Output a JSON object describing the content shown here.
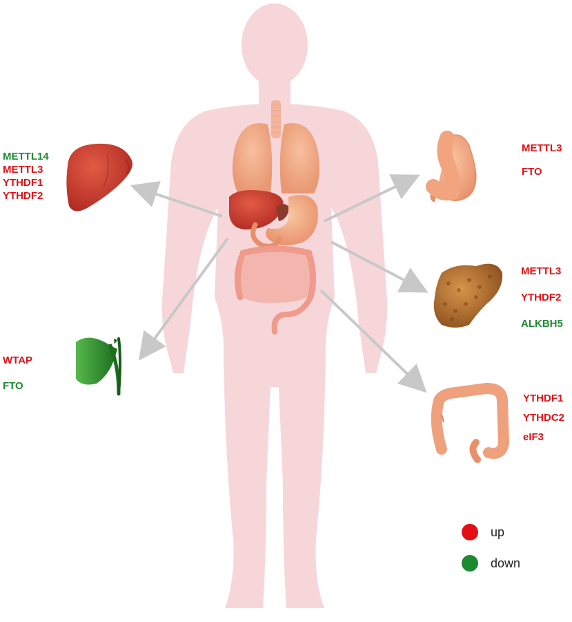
{
  "colors": {
    "up": "#e30f14",
    "down": "#1d8a2f",
    "body": "#f7d6da",
    "arrow": "#c8c8c8"
  },
  "organs": {
    "liver": {
      "icon": "liver-icon",
      "genes": [
        {
          "name": "METTL14",
          "status": "down"
        },
        {
          "name": "METTL3",
          "status": "up"
        },
        {
          "name": "YTHDF1",
          "status": "up"
        },
        {
          "name": "YTHDF2",
          "status": "up"
        }
      ]
    },
    "gallbladder": {
      "icon": "gallbladder-icon",
      "genes": [
        {
          "name": "WTAP",
          "status": "up"
        },
        {
          "name": "FTO",
          "status": "down"
        }
      ]
    },
    "stomach": {
      "icon": "stomach-icon",
      "genes": [
        {
          "name": "METTL3",
          "status": "up"
        },
        {
          "name": "FTO",
          "status": "up"
        }
      ]
    },
    "pancreas": {
      "icon": "pancreas-icon",
      "genes": [
        {
          "name": "METTL3",
          "status": "up"
        },
        {
          "name": "YTHDF2",
          "status": "up"
        },
        {
          "name": "ALKBH5",
          "status": "down"
        }
      ]
    },
    "colon": {
      "icon": "colon-icon",
      "genes": [
        {
          "name": "YTHDF1",
          "status": "up"
        },
        {
          "name": "YTHDC2",
          "status": "up"
        },
        {
          "name": "eIF3",
          "status": "up"
        }
      ]
    }
  },
  "legend": {
    "up_label": "up",
    "down_label": "down"
  }
}
